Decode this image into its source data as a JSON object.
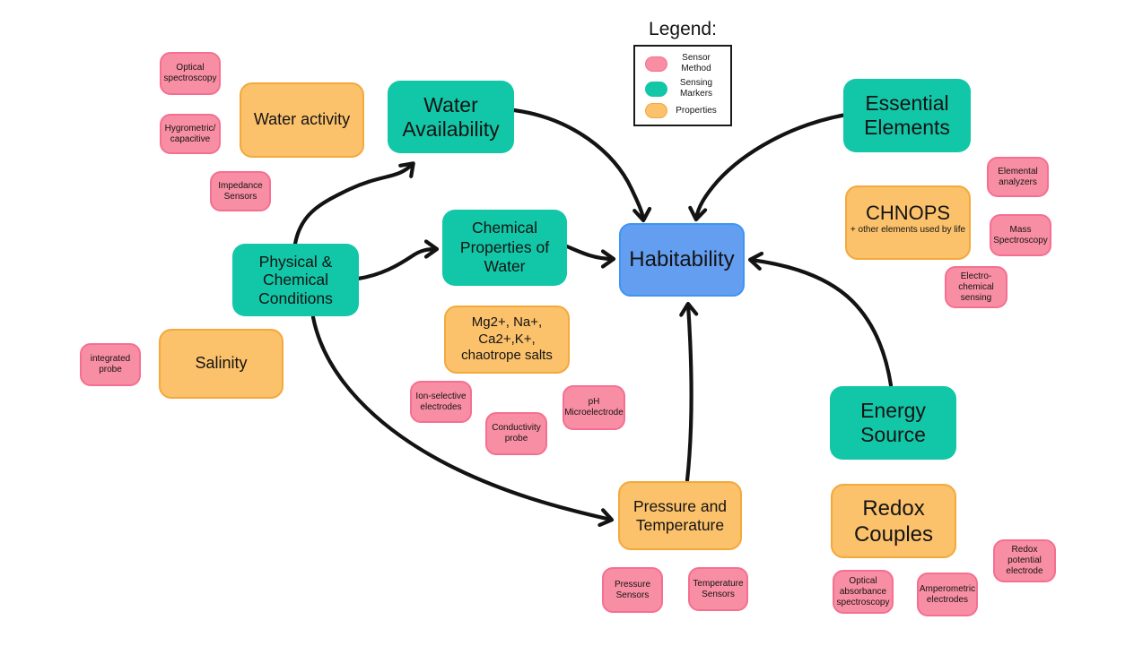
{
  "legend": {
    "title": "Legend:",
    "items": [
      {
        "label": "Sensor\nMethod",
        "swatch": "sensor-method",
        "color": "#f88ea3"
      },
      {
        "label": "Sensing\nMarkers",
        "swatch": "sensing-markers",
        "color": "#12c7a7"
      },
      {
        "label": "Properties",
        "swatch": "properties",
        "color": "#fbc16b"
      }
    ]
  },
  "palette": {
    "sensor_method_fill": "#f88ea3",
    "sensor_method_border": "#f56f90",
    "sensing_markers_fill": "#12c7a7",
    "properties_fill": "#fbc16b",
    "properties_border": "#f3a93c",
    "habitability_fill": "#649ef0",
    "habitability_border": "#3e96f2",
    "arrow_color": "#131313",
    "background": "#ffffff"
  },
  "nodes": {
    "habitability": {
      "label": "Habitability",
      "type": "central"
    },
    "water_availability": {
      "label": "Water\nAvailability",
      "type": "sensing-markers"
    },
    "physical_chemical": {
      "label": "Physical &\nChemical\nConditions",
      "type": "sensing-markers"
    },
    "chemical_properties": {
      "label": "Chemical\nProperties of\nWater",
      "type": "sensing-markers"
    },
    "essential_elements": {
      "label": "Essential\nElements",
      "type": "sensing-markers"
    },
    "energy_source": {
      "label": "Energy\nSource",
      "type": "sensing-markers"
    },
    "water_activity": {
      "label": "Water activity",
      "type": "properties"
    },
    "salinity": {
      "label": "Salinity",
      "type": "properties"
    },
    "mg_salts": {
      "label": "Mg2+, Na+,\nCa2+,K+,\nchaotrope salts",
      "type": "properties"
    },
    "pressure_temperature": {
      "label": "Pressure and\nTemperature",
      "type": "properties"
    },
    "chnops": {
      "label": "CHNOPS",
      "sublabel": "+ other elements used by life",
      "type": "properties"
    },
    "redox_couples": {
      "label": "Redox\nCouples",
      "type": "properties"
    },
    "optical_spectroscopy": {
      "label": "Optical\nspectroscopy",
      "type": "sensor-method"
    },
    "hygrometric_capacitive": {
      "label": "Hygrometric/\ncapacitive",
      "type": "sensor-method"
    },
    "impedance_sensors": {
      "label": "Impedance\nSensors",
      "type": "sensor-method"
    },
    "integrated_probe": {
      "label": "integrated\nprobe",
      "type": "sensor-method"
    },
    "ion_selective": {
      "label": "Ion-selective\nelectrodes",
      "type": "sensor-method"
    },
    "conductivity_probe": {
      "label": "Conductivity\nprobe",
      "type": "sensor-method"
    },
    "ph_microelectrode": {
      "label": "pH\nMicroelectrode",
      "type": "sensor-method"
    },
    "pressure_sensors": {
      "label": "Pressure\nSensors",
      "type": "sensor-method"
    },
    "temperature_sensors": {
      "label": "Temperature\nSensors",
      "type": "sensor-method"
    },
    "elemental_analyzers": {
      "label": "Elemental\nanalyzers",
      "type": "sensor-method"
    },
    "mass_spectroscopy": {
      "label": "Mass\nSpectroscopy",
      "type": "sensor-method"
    },
    "electrochemical_sensing": {
      "label": "Electro-\nchemical\nsensing",
      "type": "sensor-method"
    },
    "optical_absorbance": {
      "label": "Optical\nabsorbance\nspectroscopy",
      "type": "sensor-method"
    },
    "amperometric_electrodes": {
      "label": "Amperometric\nelectrodes",
      "type": "sensor-method"
    },
    "redox_potential": {
      "label": "Redox\npotential\nelectrode",
      "type": "sensor-method"
    }
  },
  "edges": [
    {
      "from": "physical_chemical",
      "to": "water_availability"
    },
    {
      "from": "physical_chemical",
      "to": "chemical_properties"
    },
    {
      "from": "physical_chemical",
      "to": "pressure_temperature"
    },
    {
      "from": "water_availability",
      "to": "habitability"
    },
    {
      "from": "chemical_properties",
      "to": "habitability"
    },
    {
      "from": "essential_elements",
      "to": "habitability"
    },
    {
      "from": "energy_source",
      "to": "habitability"
    },
    {
      "from": "pressure_temperature",
      "to": "habitability"
    }
  ]
}
